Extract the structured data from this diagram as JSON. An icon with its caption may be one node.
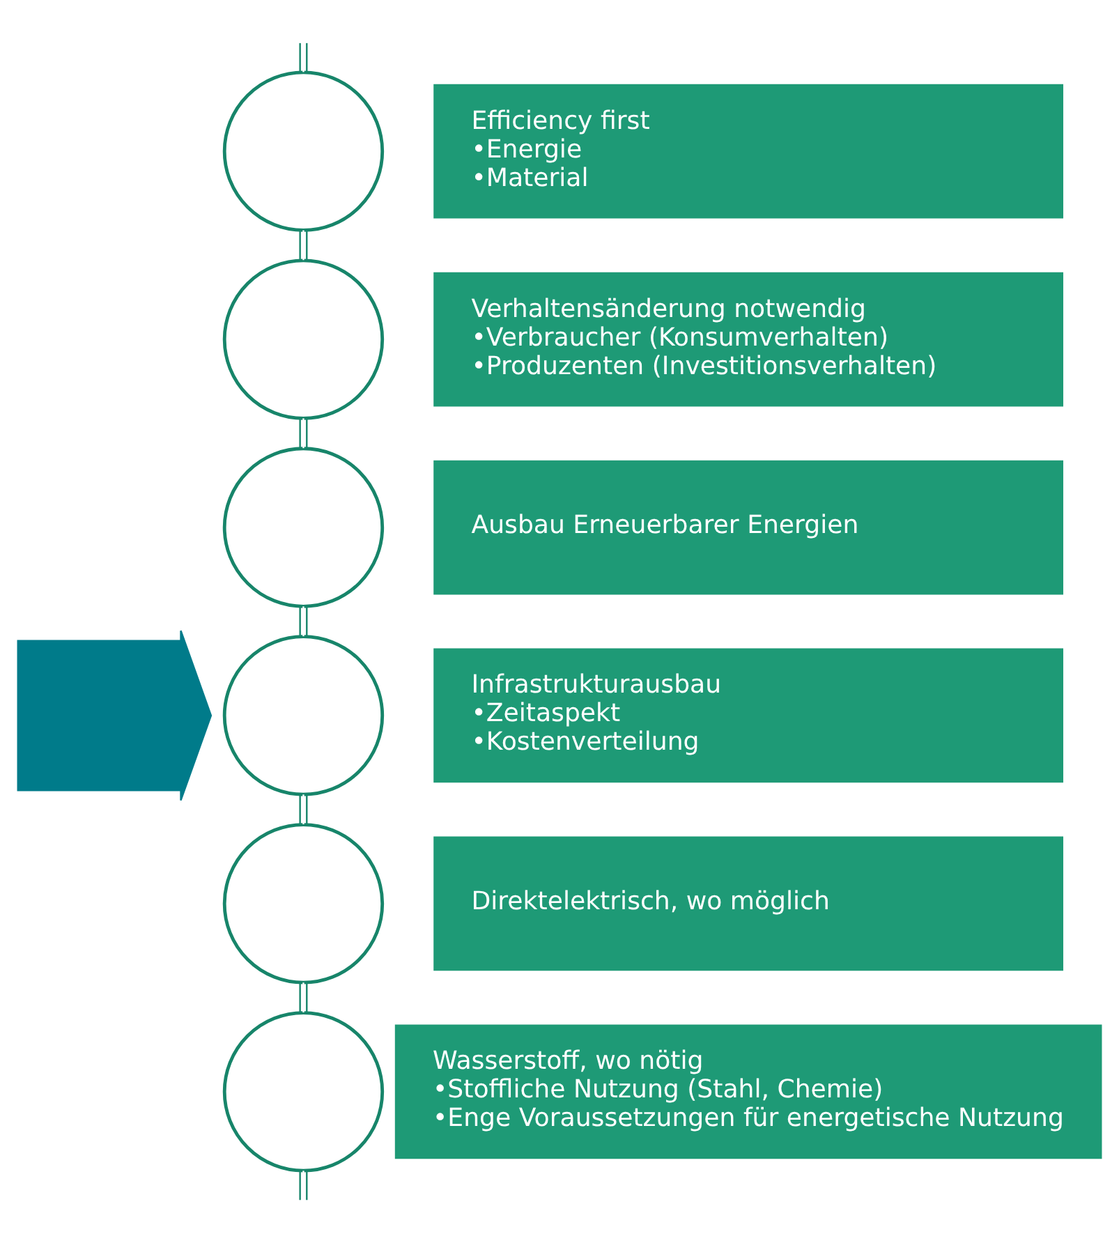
{
  "diagram": {
    "nodes": [
      {
        "text": [],
        "shape": "circle"
      },
      {
        "text": [
          "Efficiency first",
          "•Energie",
          "•Material"
        ]
      },
      {
        "text": [],
        "shape": "circle"
      },
      {
        "text": [
          "Verhaltensänderung notwendig",
          "•Verbraucher (Konsumverhalten)",
          "•Produzenten (Investitionsverhalten)"
        ]
      },
      {
        "text": [],
        "shape": "circle"
      },
      {
        "text": [
          "Ausbau Erneuerbarer Energien"
        ]
      },
      {
        "text": [],
        "shape": "circle"
      },
      {
        "text": [
          "Infrastrukturausbau",
          "•Zeitaspekt",
          "•Kostenverteilung"
        ]
      },
      {
        "text": [],
        "shape": "circle"
      },
      {
        "text": [
          "Direktelektrisch, wo möglich"
        ]
      },
      {
        "text": [],
        "shape": "circle"
      },
      {
        "text": [
          "Wasserstoff, wo nötig",
          "•Stoffliche Nutzung (Stahl, Chemie)",
          "•Enge Voraussetzungen für energetische Nutzung"
        ]
      },
      {
        "text": [],
        "shape": "arrow"
      }
    ],
    "edges": [
      {
        "from": null,
        "to": 0,
        "arrow": "none"
      },
      {
        "from": 0,
        "to": 2,
        "arrow": "none"
      },
      {
        "from": 2,
        "to": 4,
        "arrow": "none"
      },
      {
        "from": 4,
        "to": 6,
        "arrow": "none"
      },
      {
        "from": 6,
        "to": 8,
        "arrow": "none"
      },
      {
        "from": 8,
        "to": 10,
        "arrow": "none"
      },
      {
        "from": 10,
        "to": null,
        "arrow": "none"
      }
    ]
  }
}
